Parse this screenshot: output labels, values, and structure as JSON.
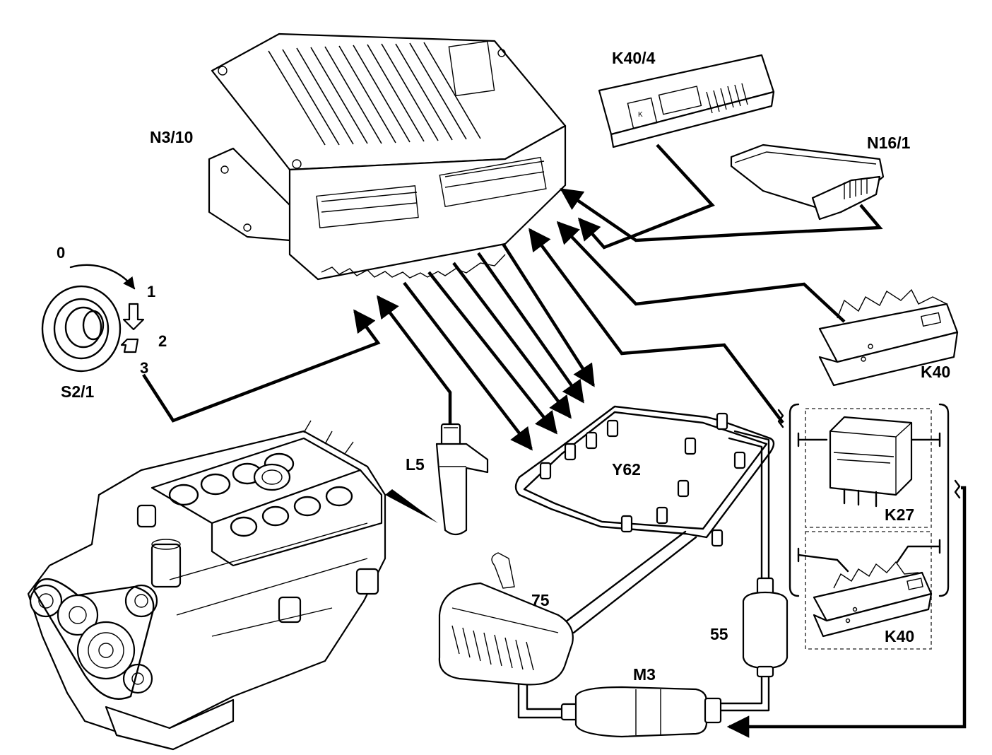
{
  "labels": {
    "ecu": "N3/10",
    "override_module": "K40/4",
    "ignition_module": "N16/1",
    "ignition_switch": "S2/1",
    "switch_pos_0": "0",
    "switch_pos_1": "1",
    "switch_pos_2": "2",
    "switch_pos_3": "3",
    "relay_module_top": "K40",
    "relay_module_bottom": "K40",
    "relay": "K27",
    "sensor": "L5",
    "injectors": "Y62",
    "tank": "75",
    "filter": "55",
    "pump": "M3"
  },
  "colors": {
    "line": "#000000",
    "background": "#ffffff",
    "dashed_box": "#444444"
  }
}
